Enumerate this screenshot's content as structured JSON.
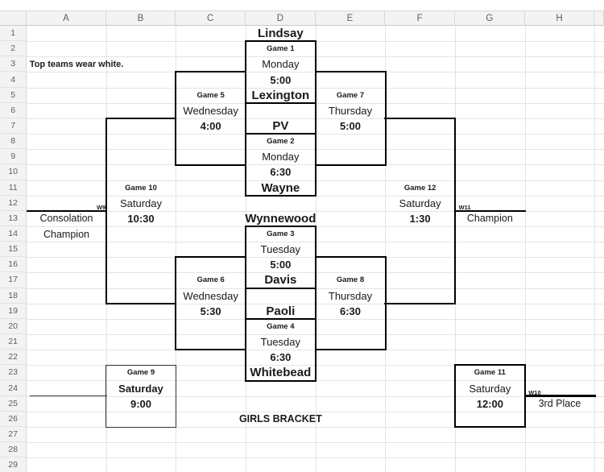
{
  "app": {
    "kind": "spreadsheet-bracket",
    "title": "GIRLS BRACKET"
  },
  "grid": {
    "columns": [
      "A",
      "B",
      "C",
      "D",
      "E",
      "F",
      "G",
      "H"
    ],
    "row_count": 29
  },
  "colors": {
    "bracket_line": "#000000",
    "gridline": "#e4e4e4",
    "header_bg": "#f2f3f2",
    "header_text": "#5a5f63",
    "cell_text": "#1a1a1a"
  },
  "note": "Top teams wear white.",
  "title_cell": "GIRLS BRACKET",
  "cells": [
    {
      "ref": "A3",
      "col": "A",
      "row": 3,
      "text": "Top teams wear white.",
      "style": "note"
    },
    {
      "ref": "D1",
      "col": "D",
      "row": 1,
      "text": "Lindsay",
      "style": "team"
    },
    {
      "ref": "D2",
      "col": "D",
      "row": 2,
      "text": "Game 1",
      "style": "glabel"
    },
    {
      "ref": "D3",
      "col": "D",
      "row": 3,
      "text": "Monday",
      "style": "day"
    },
    {
      "ref": "D4",
      "col": "D",
      "row": 4,
      "text": "5:00",
      "style": "time"
    },
    {
      "ref": "D5",
      "col": "D",
      "row": 5,
      "text": "Lexington",
      "style": "team"
    },
    {
      "ref": "C5",
      "col": "C",
      "row": 5,
      "text": "Game 5",
      "style": "glabel"
    },
    {
      "ref": "C6",
      "col": "C",
      "row": 6,
      "text": "Wednesday",
      "style": "day"
    },
    {
      "ref": "C7",
      "col": "C",
      "row": 7,
      "text": "4:00",
      "style": "time"
    },
    {
      "ref": "E5",
      "col": "E",
      "row": 5,
      "text": "Game 7",
      "style": "glabel"
    },
    {
      "ref": "E6",
      "col": "E",
      "row": 6,
      "text": "Thursday",
      "style": "day"
    },
    {
      "ref": "E7",
      "col": "E",
      "row": 7,
      "text": "5:00",
      "style": "time"
    },
    {
      "ref": "D7",
      "col": "D",
      "row": 7,
      "text": "PV",
      "style": "team"
    },
    {
      "ref": "D8",
      "col": "D",
      "row": 8,
      "text": "Game 2",
      "style": "glabel"
    },
    {
      "ref": "D9",
      "col": "D",
      "row": 9,
      "text": "Monday",
      "style": "day"
    },
    {
      "ref": "D10",
      "col": "D",
      "row": 10,
      "text": "6:30",
      "style": "time"
    },
    {
      "ref": "D11",
      "col": "D",
      "row": 11,
      "text": "Wayne",
      "style": "team"
    },
    {
      "ref": "B11",
      "col": "B",
      "row": 11,
      "text": "Game 10",
      "style": "glabel"
    },
    {
      "ref": "B12",
      "col": "B",
      "row": 12,
      "text": "Saturday",
      "style": "day"
    },
    {
      "ref": "B13",
      "col": "B",
      "row": 13,
      "text": "10:30",
      "style": "time"
    },
    {
      "ref": "A12",
      "col": "A",
      "row": 12,
      "text": "W9",
      "style": "wlabel-right"
    },
    {
      "ref": "A13",
      "col": "A",
      "row": 13,
      "text": "Consolation",
      "style": "plain"
    },
    {
      "ref": "A14",
      "col": "A",
      "row": 14,
      "text": "Champion",
      "style": "plain"
    },
    {
      "ref": "F11",
      "col": "F",
      "row": 11,
      "text": "Game 12",
      "style": "glabel"
    },
    {
      "ref": "F12",
      "col": "F",
      "row": 12,
      "text": "Saturday",
      "style": "day"
    },
    {
      "ref": "F13",
      "col": "F",
      "row": 13,
      "text": "1:30",
      "style": "time"
    },
    {
      "ref": "G12",
      "col": "G",
      "row": 12,
      "text": "W11",
      "style": "wlabel-left"
    },
    {
      "ref": "G13",
      "col": "G",
      "row": 13,
      "text": "Champion",
      "style": "plain"
    },
    {
      "ref": "D13",
      "col": "D",
      "row": 13,
      "text": "Wynnewood",
      "style": "team"
    },
    {
      "ref": "D14",
      "col": "D",
      "row": 14,
      "text": "Game 3",
      "style": "glabel"
    },
    {
      "ref": "D15",
      "col": "D",
      "row": 15,
      "text": "Tuesday",
      "style": "day"
    },
    {
      "ref": "D16",
      "col": "D",
      "row": 16,
      "text": "5:00",
      "style": "time"
    },
    {
      "ref": "D17",
      "col": "D",
      "row": 17,
      "text": "Davis",
      "style": "team"
    },
    {
      "ref": "C17",
      "col": "C",
      "row": 17,
      "text": "Game 6",
      "style": "glabel"
    },
    {
      "ref": "C18",
      "col": "C",
      "row": 18,
      "text": "Wednesday",
      "style": "day"
    },
    {
      "ref": "C19",
      "col": "C",
      "row": 19,
      "text": "5:30",
      "style": "time"
    },
    {
      "ref": "E17",
      "col": "E",
      "row": 17,
      "text": "Game 8",
      "style": "glabel"
    },
    {
      "ref": "E18",
      "col": "E",
      "row": 18,
      "text": "Thursday",
      "style": "day"
    },
    {
      "ref": "E19",
      "col": "E",
      "row": 19,
      "text": "6:30",
      "style": "time"
    },
    {
      "ref": "D19",
      "col": "D",
      "row": 19,
      "text": "Paoli",
      "style": "team"
    },
    {
      "ref": "D20",
      "col": "D",
      "row": 20,
      "text": "Game 4",
      "style": "glabel"
    },
    {
      "ref": "D21",
      "col": "D",
      "row": 21,
      "text": "Tuesday",
      "style": "day"
    },
    {
      "ref": "D22",
      "col": "D",
      "row": 22,
      "text": "6:30",
      "style": "time"
    },
    {
      "ref": "D23",
      "col": "D",
      "row": 23,
      "text": "Whitebead",
      "style": "team"
    },
    {
      "ref": "B23",
      "col": "B",
      "row": 23,
      "text": "Game 9",
      "style": "glabel"
    },
    {
      "ref": "B24",
      "col": "B",
      "row": 24,
      "text": "Saturday",
      "style": "dayb"
    },
    {
      "ref": "B25",
      "col": "B",
      "row": 25,
      "text": "9:00",
      "style": "time"
    },
    {
      "ref": "G23",
      "col": "G",
      "row": 23,
      "text": "Game 11",
      "style": "glabel"
    },
    {
      "ref": "G24",
      "col": "G",
      "row": 24,
      "text": "Saturday",
      "style": "day"
    },
    {
      "ref": "G25",
      "col": "G",
      "row": 25,
      "text": "12:00",
      "style": "time"
    },
    {
      "ref": "H24",
      "col": "H",
      "row": 24,
      "text": "W10",
      "style": "wlabel-left"
    },
    {
      "ref": "H25",
      "col": "H",
      "row": 25,
      "text": "3rd Place",
      "style": "plain"
    },
    {
      "ref": "D26",
      "col": "D",
      "row": 26,
      "text": "GIRLS BRACKET",
      "style": "title"
    }
  ],
  "games": [
    {
      "game": "Game 1",
      "day": "Monday",
      "time": "5:00"
    },
    {
      "game": "Game 2",
      "day": "Monday",
      "time": "6:30"
    },
    {
      "game": "Game 3",
      "day": "Tuesday",
      "time": "5:00"
    },
    {
      "game": "Game 4",
      "day": "Tuesday",
      "time": "6:30"
    },
    {
      "game": "Game 5",
      "day": "Wednesday",
      "time": "4:00"
    },
    {
      "game": "Game 6",
      "day": "Wednesday",
      "time": "5:30"
    },
    {
      "game": "Game 7",
      "day": "Thursday",
      "time": "5:00"
    },
    {
      "game": "Game 8",
      "day": "Thursday",
      "time": "6:30"
    },
    {
      "game": "Game 9",
      "day": "Saturday",
      "time": "9:00"
    },
    {
      "game": "Game 10",
      "day": "Saturday",
      "time": "10:30"
    },
    {
      "game": "Game 11",
      "day": "Saturday",
      "time": "12:00"
    },
    {
      "game": "Game 12",
      "day": "Saturday",
      "time": "1:30"
    }
  ],
  "teams": [
    "Lindsay",
    "Lexington",
    "PV",
    "Wayne",
    "Wynnewood",
    "Davis",
    "Paoli",
    "Whitebead"
  ]
}
